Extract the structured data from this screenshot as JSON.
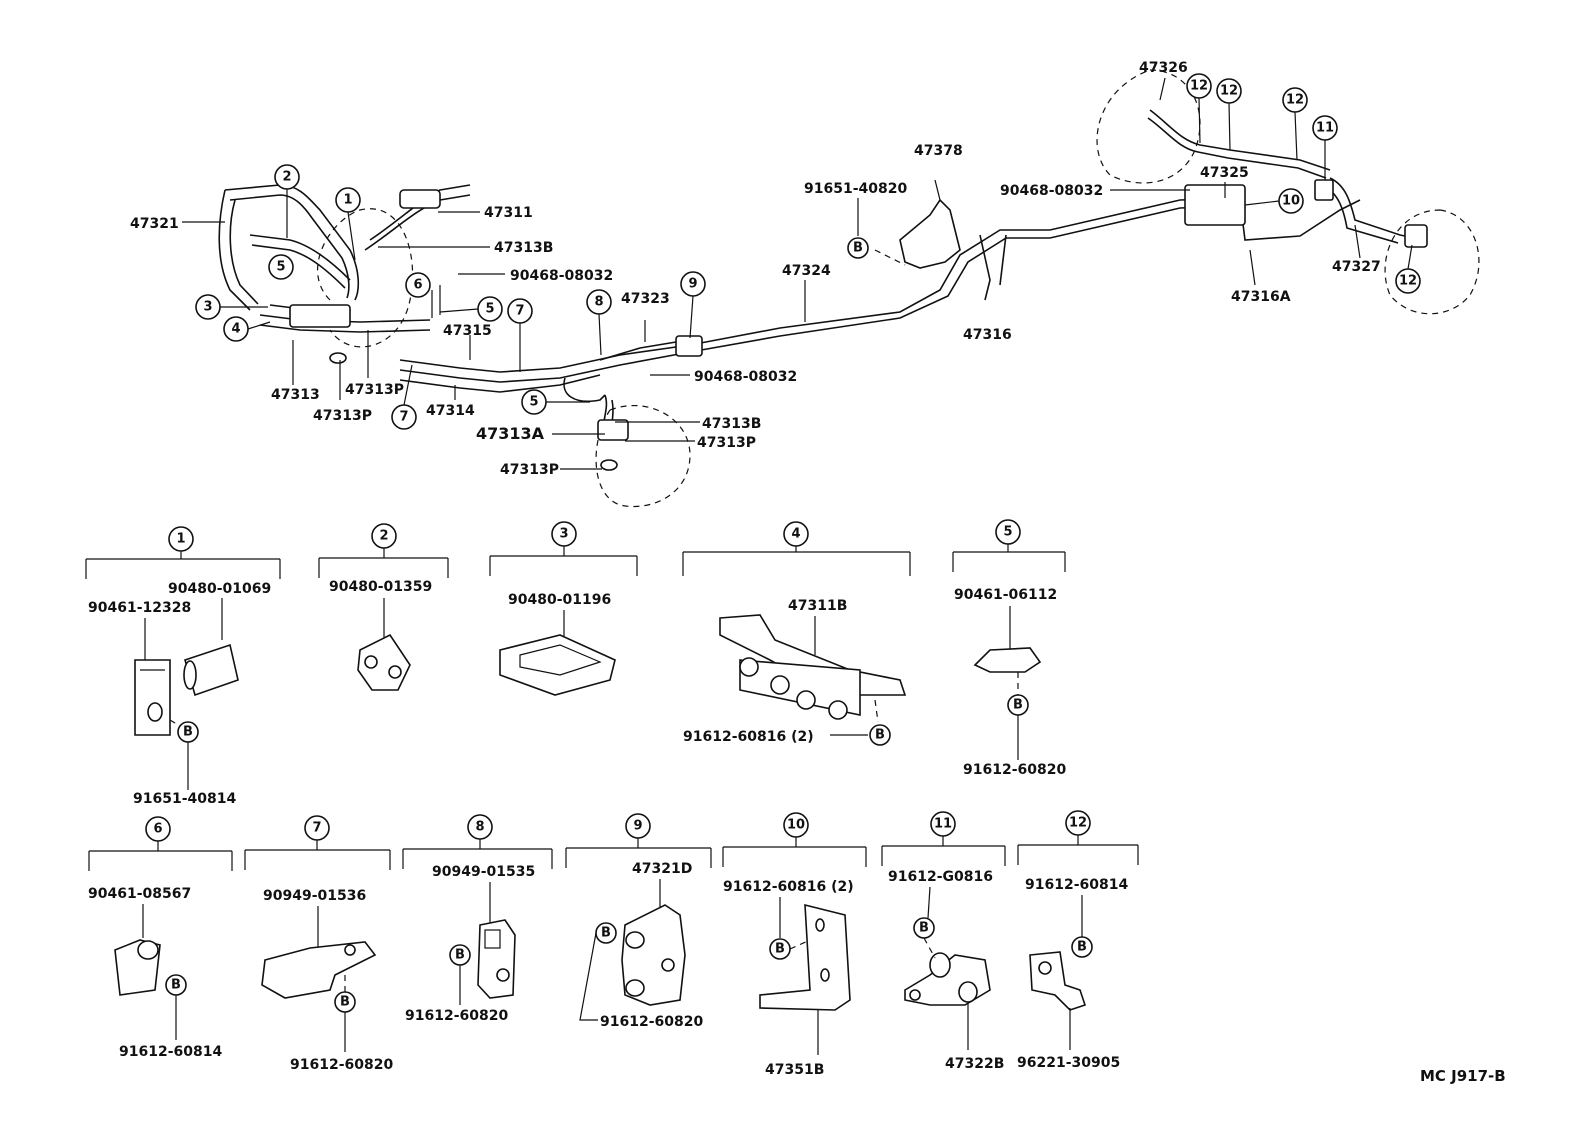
{
  "diagram": {
    "drawing_code": "MC J917-B",
    "top_labels": {
      "p47321": "47321",
      "p47311": "47311",
      "p47313B_top": "47313B",
      "p90468_a": "90468-08032",
      "p47315": "47315",
      "p47313": "47313",
      "p47313P_a": "47313P",
      "p47313P_b": "47313P",
      "p47314": "47314",
      "p47323": "47323",
      "p90468_b": "90468-08032",
      "p47313B_mid": "47313B",
      "p47313A": "47313A",
      "p47313P_c": "47313P",
      "p47313P_d": "47313P",
      "p47324": "47324",
      "p91651_40820": "91651-40820",
      "p47378": "47378",
      "p47316": "47316",
      "p47326": "47326",
      "p90468_c": "90468-08032",
      "p47325": "47325",
      "p47316A": "47316A",
      "p47327": "47327"
    },
    "callouts": [
      "1",
      "2",
      "3",
      "4",
      "5",
      "6",
      "7",
      "8",
      "9",
      "10",
      "11",
      "12"
    ],
    "bolt_symbol": "B",
    "details": {
      "d1": {
        "num": "1",
        "a": "90480-01069",
        "b": "90461-12328",
        "c": "91651-40814"
      },
      "d2": {
        "num": "2",
        "a": "90480-01359"
      },
      "d3": {
        "num": "3",
        "a": "90480-01196"
      },
      "d4": {
        "num": "4",
        "a": "47311B",
        "b": "91612-60816 (2)"
      },
      "d5": {
        "num": "5",
        "a": "90461-06112",
        "b": "91612-60820"
      },
      "d6": {
        "num": "6",
        "a": "90461-08567",
        "b": "91612-60814"
      },
      "d7": {
        "num": "7",
        "a": "90949-01536",
        "b": "91612-60820"
      },
      "d8": {
        "num": "8",
        "a": "90949-01535",
        "b": "91612-60820"
      },
      "d9": {
        "num": "9",
        "a": "47321D",
        "b": "91612-60820"
      },
      "d10": {
        "num": "10",
        "a": "91612-60816 (2)",
        "b": "47351B"
      },
      "d11": {
        "num": "11",
        "a": "91612-G0816",
        "b": "47322B"
      },
      "d12": {
        "num": "12",
        "a": "91612-60814",
        "b": "96221-30905"
      }
    }
  }
}
